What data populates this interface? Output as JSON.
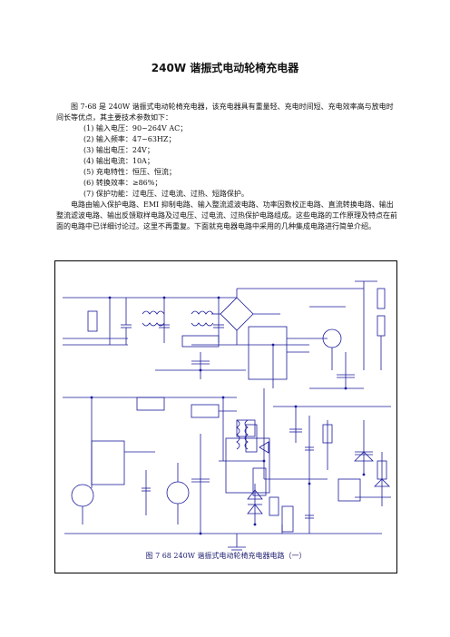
{
  "title": "240W 谐振式电动轮椅充电器",
  "intro": "图 7-68 是 240W 谐振式电动轮椅充电器，该充电器具有重量轻、充电时间短、充电效率高与放电时间长等优点，其主要技术参数如下：",
  "specs": [
    "(1) 输入电压：90~264V AC；",
    "(2) 输入频率：47~63HZ；",
    "(3) 输出电压：24V；",
    "(4) 输出电流：10A；",
    "(5) 充电特性：恒压、恒流；",
    "(6) 转换效率：≥86%；",
    "(7) 保护功能：过电压、过电流、过热、短路保护。"
  ],
  "paragraph2": "电路由输入保护电路、EMI 抑制电路、输入整流滤波电路、功率因数校正电路、直流转换电路、输出整流滤波电路、输出反馈取样电路及过电压、过电流、过热保护电路组成。这些电路的工作原理及特点在前面的电路中已详细讨论过。这里不再重复。下面就充电器电路中采用的几种集成电路进行简单介绍。",
  "figure": {
    "caption": "图 7 68 240W 谐振式电动轮椅充电器电路（一）",
    "line_color": "#1a1a9c"
  }
}
